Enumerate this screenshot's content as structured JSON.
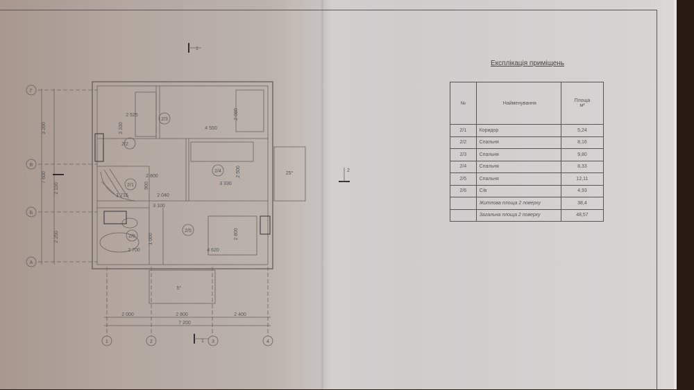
{
  "explication": {
    "title": "Експлікація приміщень",
    "headers": {
      "number": "№",
      "name": "Найменування",
      "area": "Площа",
      "area_unit": "м²"
    },
    "rows": [
      {
        "number": "2/1",
        "name": "Коридор",
        "area": "5,24"
      },
      {
        "number": "2/2",
        "name": "Спальня",
        "area": "8,16"
      },
      {
        "number": "2/3",
        "name": "Спальня",
        "area": "9,80"
      },
      {
        "number": "2/4",
        "name": "Спальня",
        "area": "8,33"
      },
      {
        "number": "2/5",
        "name": "Спальня",
        "area": "12,11"
      },
      {
        "number": "2/6",
        "name": "С/в",
        "area": "4,93"
      }
    ],
    "totals": [
      {
        "name": "Житлова площа 2 поверху",
        "area": "38,4"
      },
      {
        "name": "Загальна площа 2 поверху",
        "area": "48,57"
      }
    ]
  },
  "plan": {
    "row_axes": [
      "Г",
      "В",
      "Б",
      "А"
    ],
    "column_axes": [
      "1",
      "2",
      "3",
      "4"
    ],
    "vertical_dims": {
      "gv": "3 200",
      "vb": "2 150",
      "ba": "2 250",
      "total": "7 600"
    },
    "horizontal_dims": {
      "d12": "2 000",
      "d23": "2 800",
      "d34": "2 400",
      "total": "7 200"
    },
    "section_marks": {
      "s1_top": "1",
      "s1_bottom": "1",
      "s2": "2"
    },
    "rooms": [
      {
        "id": "2/1"
      },
      {
        "id": "2/2"
      },
      {
        "id": "2/3"
      },
      {
        "id": "2/4"
      },
      {
        "id": "2/5"
      },
      {
        "id": "2/6"
      }
    ],
    "room_dims": {
      "r22_w": "2 525",
      "r22_h": "3 330",
      "r23_w": "4 550",
      "r23_h": "2 080",
      "r24_w": "3 330",
      "r24_h": "2 500",
      "r21_a": "2 800",
      "r21_b": "2 040",
      "r21_c": "1 715",
      "r21_d": "900",
      "r25_a": "3 100",
      "r25_w": "4 620",
      "r25_h": "2 800",
      "r26_w": "2 700",
      "r26_h": "1 000"
    },
    "balcony_slope_east": "25°",
    "balcony_slope_south": "5°"
  }
}
